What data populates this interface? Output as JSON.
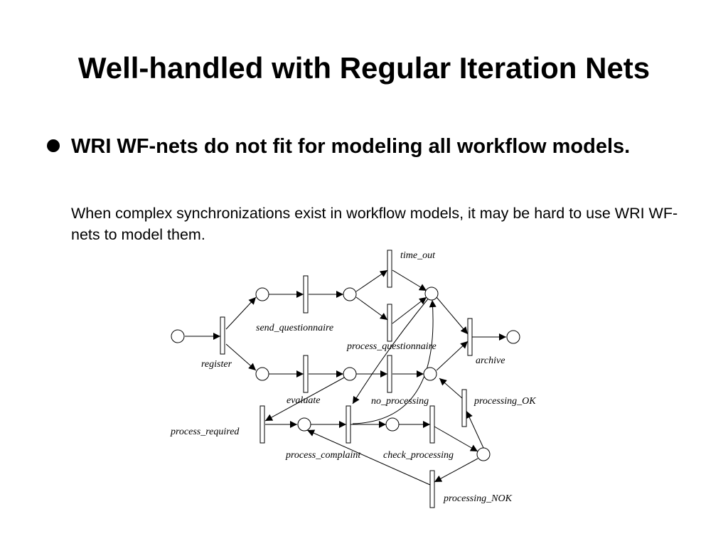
{
  "slide": {
    "title": "Well-handled with Regular Iteration Nets",
    "bullet": "WRI WF-nets do not fit for modeling all workflow models.",
    "subtext": "When complex synchronizations exist in workflow models, it may be hard to use WRI WF-nets to model them."
  },
  "diagram": {
    "transitions": {
      "register": "register",
      "send_questionnaire": "send_questionnaire",
      "time_out": "time_out",
      "process_questionnaire": "process_questionnaire",
      "archive": "archive",
      "evaluate": "evaluate",
      "no_processing": "no_processing",
      "processing_OK": "processing_OK",
      "process_required": "process_required",
      "process_complaint": "process_complaint",
      "check_processing": "check_processing",
      "processing_NOK": "processing_NOK"
    }
  }
}
